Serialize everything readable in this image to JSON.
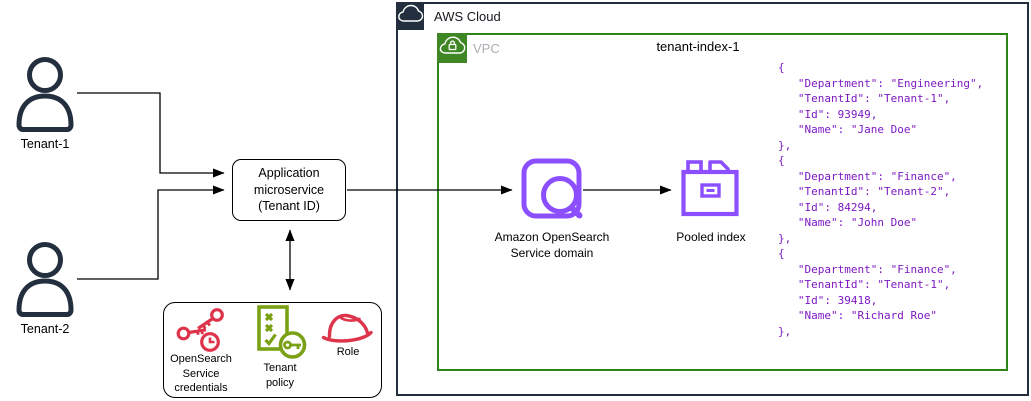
{
  "colors": {
    "navy": "#232F3E",
    "green": "#2E8515",
    "green-fill": "#3F8624",
    "purple": "#8C4FFF",
    "code-purple": "#7D19C3",
    "red": "#DD344C",
    "olive": "#7AA116",
    "vpc-label": "#A9AFB5"
  },
  "aws_cloud": {
    "label": "AWS Cloud"
  },
  "vpc": {
    "label": "VPC",
    "title": "tenant-index-1"
  },
  "tenants": [
    {
      "label": "Tenant-1"
    },
    {
      "label": "Tenant-2"
    }
  ],
  "app_service": {
    "label": "Application\nmicroservice\n(Tenant ID)"
  },
  "iam_group": {
    "credentials_label": "OpenSearch\nService\ncredentials",
    "policy_label": "Tenant\npolicy",
    "role_label": "Role"
  },
  "opensearch": {
    "label": "Amazon OpenSearch\nService domain"
  },
  "pooled_index": {
    "label": "Pooled index"
  },
  "index_code": "{\n   \"Department\": \"Engineering\",\n   \"TenantId\": \"Tenant-1\",\n   \"Id\": 93949,\n   \"Name\": \"Jane Doe\"\n},\n{\n   \"Department\": \"Finance\",\n   \"TenantId\": \"Tenant-2\",\n   \"Id\": 84294,\n   \"Name\": \"John Doe\"\n},\n{\n   \"Department\": \"Finance\",\n   \"TenantId\": \"Tenant-1\",\n   \"Id\": 39418,\n   \"Name\": \"Richard Roe\"\n},",
  "icons": {
    "user": "user-icon",
    "aws_cloud": "aws-cloud-icon",
    "vpc": "vpc-cloud-lock-icon",
    "opensearch": "opensearch-magnifier-icon",
    "pooled_index": "index-drawer-icon",
    "credentials": "keys-clock-icon",
    "policy": "policy-checklist-key-icon",
    "role": "hard-hat-icon"
  }
}
